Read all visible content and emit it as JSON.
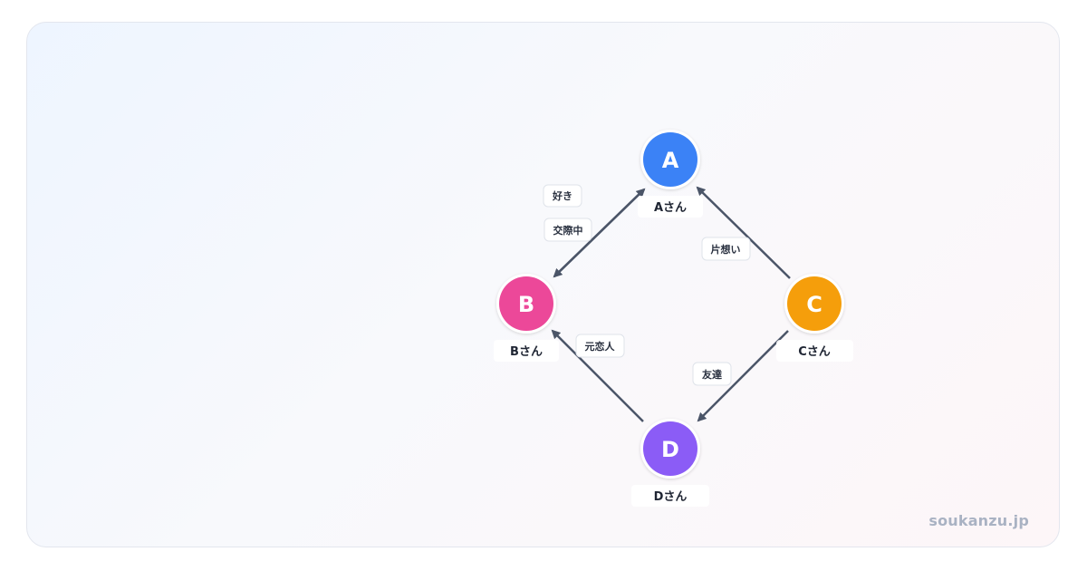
{
  "nodes": [
    {
      "id": "A",
      "letter": "A",
      "name": "Aさん",
      "color": "#3b82f6"
    },
    {
      "id": "B",
      "letter": "B",
      "name": "Bさん",
      "color": "#ec4899"
    },
    {
      "id": "C",
      "letter": "C",
      "name": "Cさん",
      "color": "#f59e0b"
    },
    {
      "id": "D",
      "letter": "D",
      "name": "Dさん",
      "color": "#8b5cf6"
    }
  ],
  "edges": [
    {
      "from": "A",
      "to": "B",
      "label": "好き"
    },
    {
      "from": "B",
      "to": "A",
      "label": "交際中"
    },
    {
      "from": "C",
      "to": "A",
      "label": "片想い"
    },
    {
      "from": "D",
      "to": "B",
      "label": "元恋人"
    },
    {
      "from": "C",
      "to": "D",
      "label": "友達"
    }
  ],
  "edge_color": "#4b5568",
  "watermark": "soukanzu.jp"
}
